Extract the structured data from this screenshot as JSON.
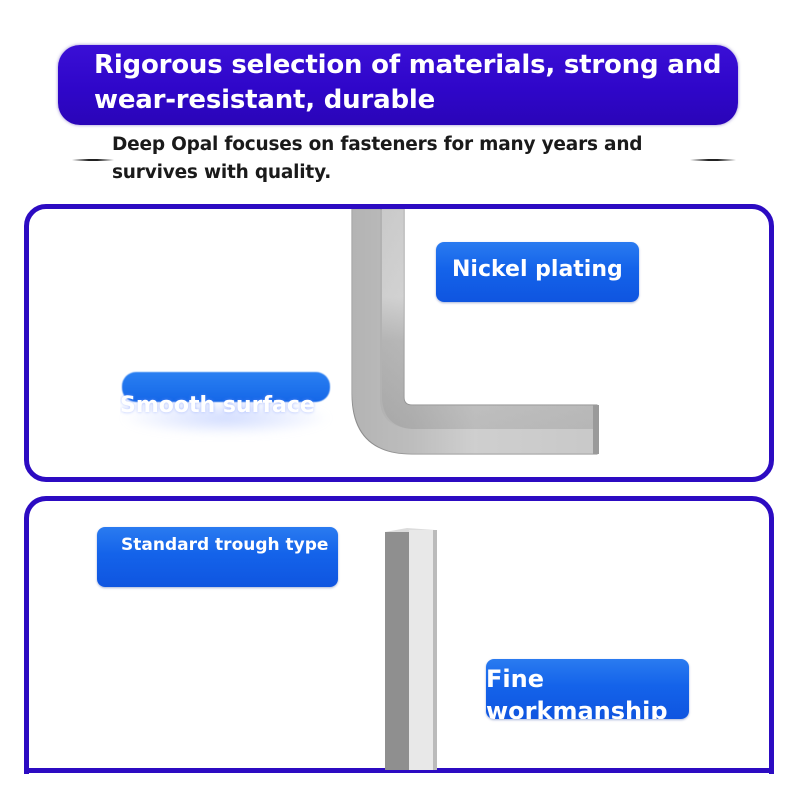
{
  "header": {
    "title": "Rigorous selection of materials, strong and wear-resistant, durable",
    "subtitle": "Deep Opal focuses on fasteners for many years and survives with quality."
  },
  "panels": [
    {
      "labels": [
        "Nickel plating",
        "Smooth surface"
      ],
      "product": "l-shaped-hex-key"
    },
    {
      "labels": [
        "Standard trough type",
        "Fine workmanship"
      ],
      "product": "hex-key-shaft"
    }
  ],
  "colors": {
    "banner": "#2f06c9",
    "panel_border": "#2c0bc2",
    "tag_blue": "#1463ea"
  }
}
